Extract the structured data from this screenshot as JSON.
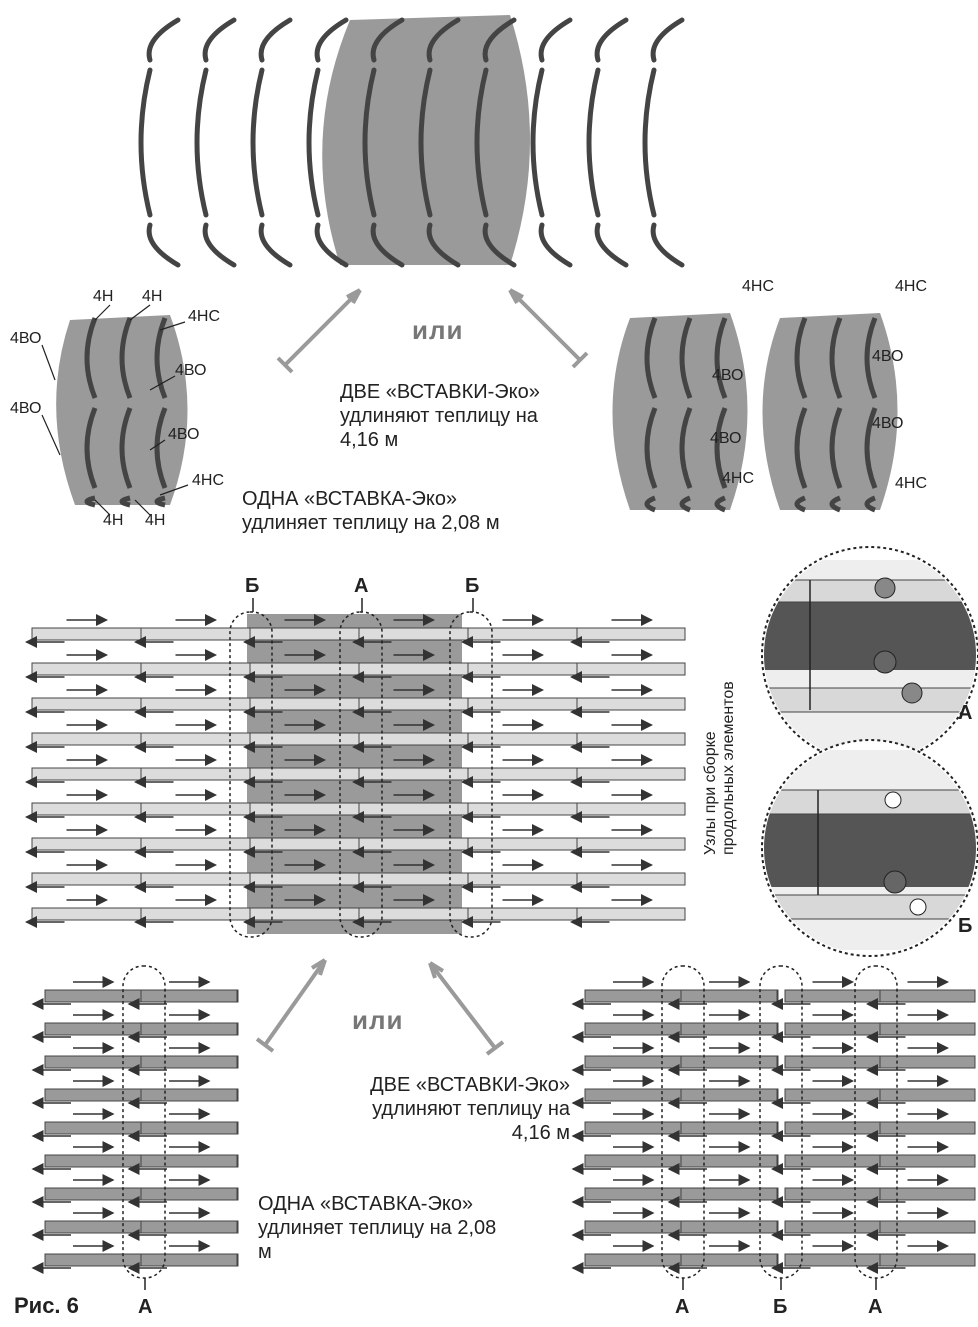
{
  "figure_label": "Рис. 6",
  "connector_word": "или",
  "top_section": {
    "left_variant": {
      "caption": "ОДНА «ВСТАВКА-Эко» удлиняет теплицу на 2,08 м",
      "part_labels": {
        "n1": "4Н",
        "n2": "4Н",
        "nc1": "4НС",
        "vo1": "4ВО",
        "vo2": "4ВО",
        "vo3": "4ВО",
        "vo4": "4ВО",
        "nc2": "4НС",
        "n3": "4Н",
        "n4": "4Н"
      }
    },
    "center_caption": "ДВЕ «ВСТАВКИ-Эко» удлиняют теплицу на 4,16 м",
    "right_variant": {
      "part_labels": {
        "nc1": "4НС",
        "vo1": "4ВО",
        "vo2": "4ВО",
        "nc2": "4НС",
        "nc3": "4НС",
        "vo3": "4ВО",
        "vo4": "4ВО",
        "nc4": "4НС"
      }
    }
  },
  "bottom_section": {
    "node_labels": {
      "a": "А",
      "b1": "Б",
      "b2": "Б"
    },
    "inset_caption": "Узлы при сборке продольных элементов",
    "inset_labels": {
      "a": "А",
      "b": "Б"
    },
    "left_variant": {
      "caption": "ОДНА «ВСТАВКА-Эко» удлиняет теплицу на 2,08 м",
      "node_label": "А"
    },
    "right_variant": {
      "caption": "ДВЕ «ВСТАВКИ-Эко» удлиняют теплицу на 4,16 м",
      "node_labels": {
        "a1": "А",
        "b": "Б",
        "a2": "А"
      }
    }
  },
  "colors": {
    "insert_fill": "#9a9a9a",
    "frame_fill": "#cfcfcf",
    "frame_stroke": "#444444",
    "arrow": "#9a9a9a",
    "label": "#222222"
  }
}
